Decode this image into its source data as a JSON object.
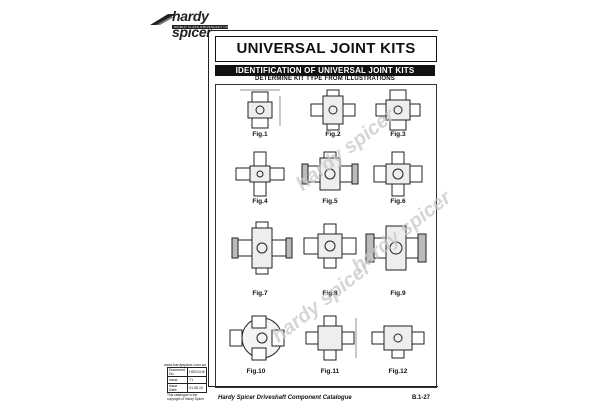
{
  "brand": {
    "name": "hardy spicer",
    "tagline": "WORLD CLASS DRIVESHAFT COMPONENTS"
  },
  "title": "UNIVERSAL JOINT KITS",
  "subtitle": "IDENTIFICATION OF UNIVERSAL JOINT KITS",
  "instruction": "DETERMINE KIT TYPE FROM ILLUSTRATIONS",
  "figures": [
    "Fig.1",
    "Fig.2",
    "Fig.3",
    "Fig.4",
    "Fig.5",
    "Fig.6",
    "Fig.7",
    "Fig.8",
    "Fig.9",
    "Fig.10",
    "Fig.11",
    "Fig.12"
  ],
  "watermark": "hardy spicer",
  "website": "www.hardyspicer.com.au",
  "doc_info": [
    {
      "label": "Document No:",
      "value": "HSDC/UK"
    },
    {
      "label": "Issue:",
      "value": "71"
    },
    {
      "label": "Issue Date:",
      "value": "01.08.10"
    }
  ],
  "note": "This catalogue is the copyright of Hardy Spicer",
  "footer": {
    "catalogue": "Hardy Spicer Driveshaft Component Catalogue",
    "page": "B.1-27"
  },
  "colors": {
    "ink": "#111111",
    "watermark": "#c8c8c8"
  }
}
